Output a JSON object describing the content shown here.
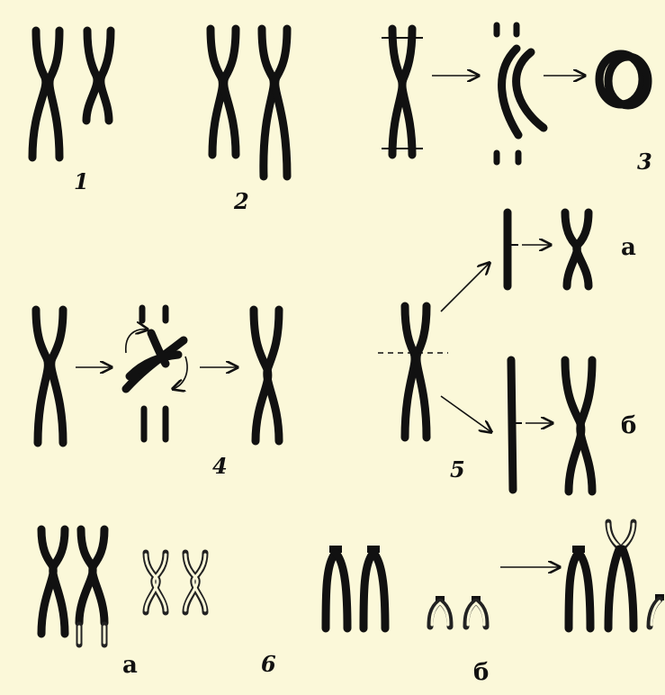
{
  "figure": {
    "labels": {
      "p1": "1",
      "p2": "2",
      "p3": "3",
      "p4": "4",
      "p5": "5",
      "p5a": "а",
      "p5b": "б",
      "p6": "6",
      "p6a": "а",
      "p6b": "б"
    }
  },
  "colors": {
    "background": "#fbf8d9",
    "ink": "#111111"
  }
}
